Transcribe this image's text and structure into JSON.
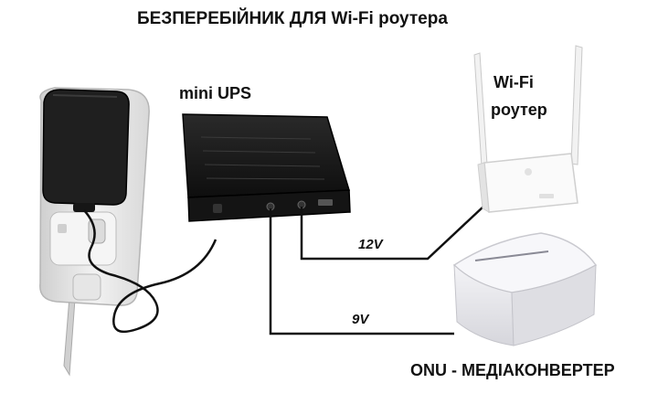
{
  "title": "БЕЗПЕРЕБІЙНИК ДЛЯ Wi-Fi роутера",
  "devices": {
    "ups": {
      "label": "mini UPS",
      "icon": "mini-ups-device"
    },
    "router": {
      "label_line1": "Wi-Fi",
      "label_line2": "роутер",
      "icon": "wifi-router-device"
    },
    "onu": {
      "label": "ONU - МЕДІАКОНВЕРТЕР",
      "icon": "onu-mediaconverter-device"
    },
    "adapter": {
      "icon": "power-adapter-device"
    },
    "power_strip": {
      "icon": "power-strip-device"
    }
  },
  "connections": [
    {
      "from": "mini UPS",
      "to": "Wi-Fi роутер",
      "voltage": "12V"
    },
    {
      "from": "mini UPS",
      "to": "ONU - МЕДІАКОНВЕРТЕР",
      "voltage": "9V"
    }
  ],
  "colors": {
    "ups_body": "#1c1c1c",
    "adapter": "#202020",
    "router": "#f4f4f4",
    "onu": "#ececef",
    "cable": "#111111",
    "text": "#111111"
  }
}
